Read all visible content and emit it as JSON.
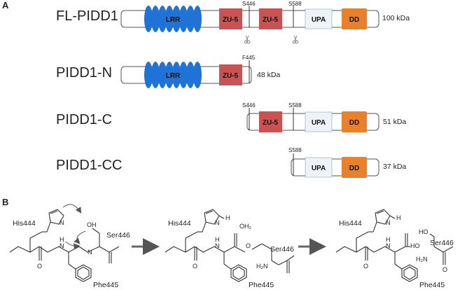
{
  "panel_a": {
    "label": "A",
    "constructs": [
      {
        "name": "FL-PIDD1",
        "mw": "100 kDa"
      },
      {
        "name": "PIDD1-N",
        "mw": "48 kDa"
      },
      {
        "name": "PIDD1-C",
        "mw": "51 kDa"
      },
      {
        "name": "PIDD1-CC",
        "mw": "37 kDa"
      }
    ],
    "domains": {
      "lrr": "LRR",
      "zu5": "ZU-5",
      "upa": "UPA",
      "dd": "DD"
    },
    "sites": {
      "s446": "S446",
      "s588": "S588",
      "f445": "F445"
    },
    "colors": {
      "lrr": "#1f73d6",
      "zu5": "#c95352",
      "upa": "#eef3fa",
      "dd": "#e8812a"
    },
    "icons": {
      "cleavage": "scissors-icon"
    }
  },
  "panel_b": {
    "label": "B",
    "labels": {
      "his444": "His444",
      "ser446": "Ser446",
      "phe445": "Phe445",
      "oh": "OH",
      "oh2": "OH₂",
      "ho": "HO",
      "h2n": "H₂N",
      "n": "N",
      "h": "H",
      "o": "O"
    }
  }
}
